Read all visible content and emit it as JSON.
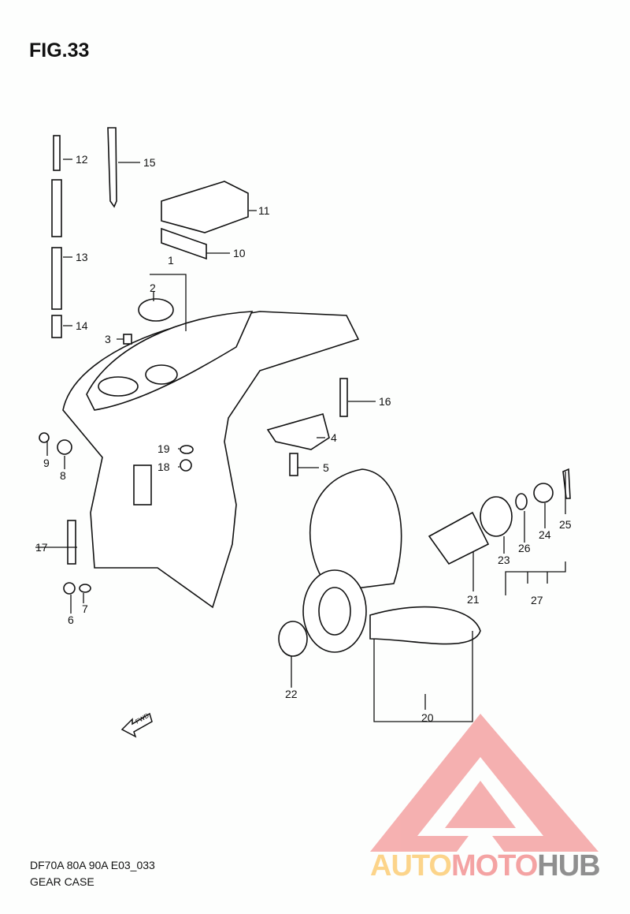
{
  "figure": {
    "title": "FIG.33"
  },
  "footer": {
    "model": "DF70A 80A 90A E03_033",
    "name": "GEAR CASE"
  },
  "watermark": {
    "part1": "AUTO",
    "part2": "MOTO",
    "part3": "HUB"
  },
  "fwd_label": "FWD",
  "callouts": [
    "1",
    "2",
    "3",
    "4",
    "5",
    "6",
    "7",
    "8",
    "9",
    "10",
    "11",
    "12",
    "13",
    "14",
    "15",
    "16",
    "17",
    "18",
    "19",
    "20",
    "21",
    "22",
    "23",
    "24",
    "25",
    "26",
    "27"
  ],
  "colors": {
    "logo_red": "#f4a3a3",
    "logo_orange": "#fcd48a",
    "logo_gray": "#8f8f8f"
  }
}
